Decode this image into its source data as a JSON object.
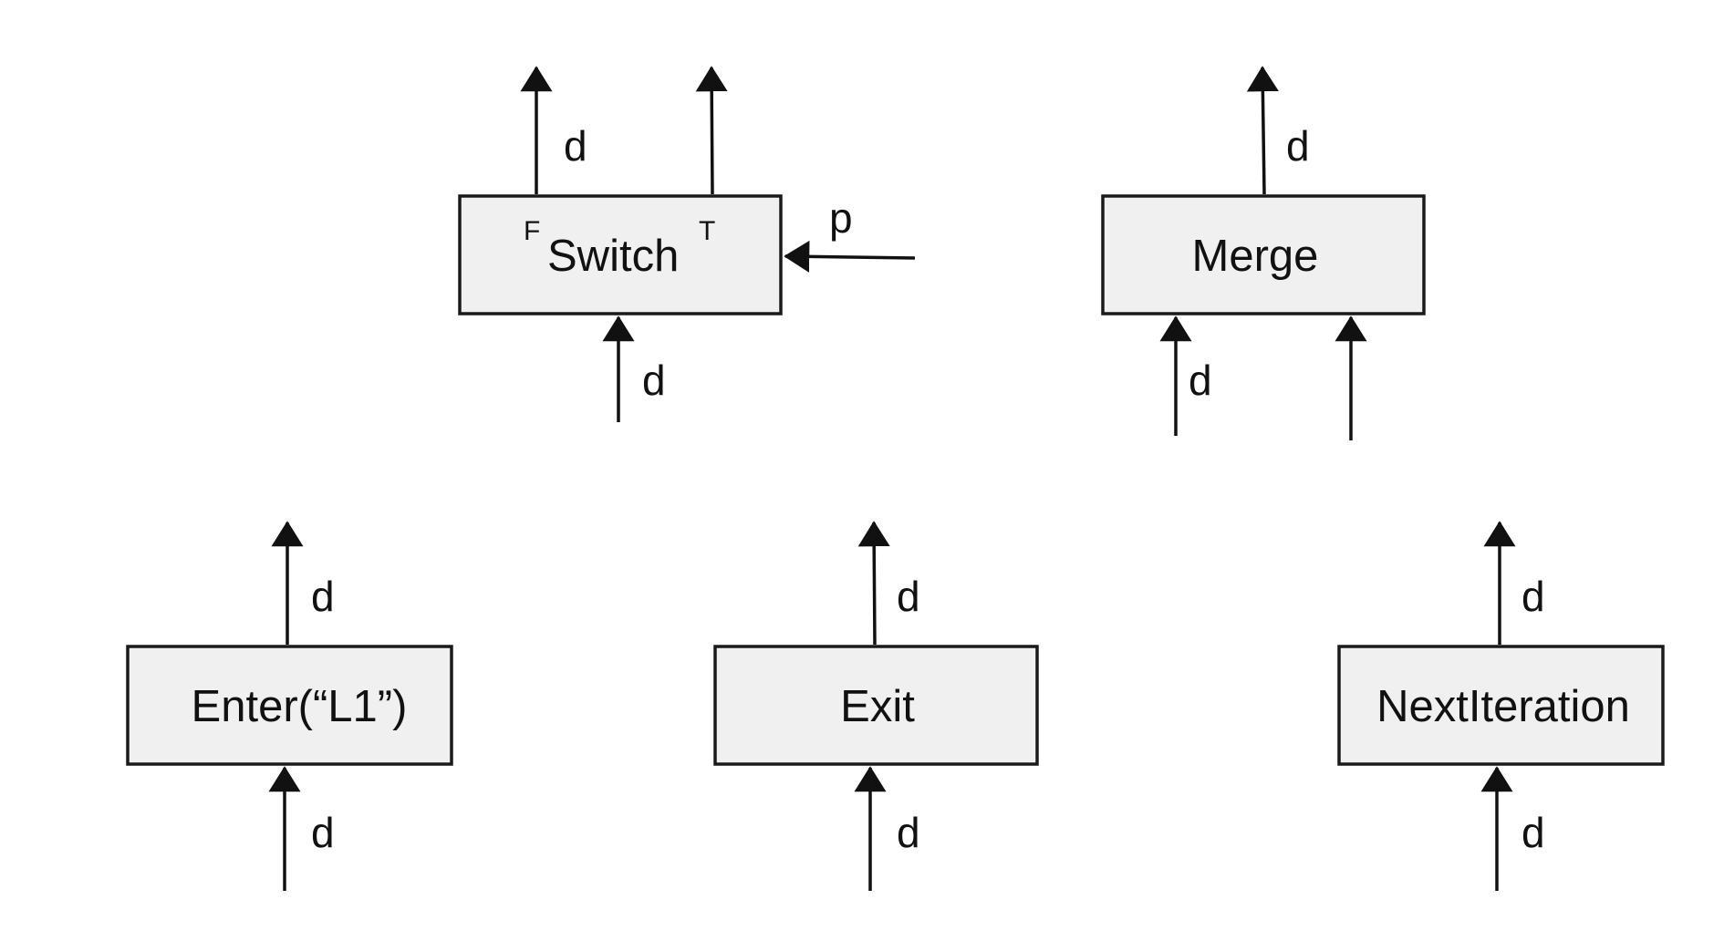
{
  "colors": {
    "box_fill": "#f0f0f0",
    "stroke": "#1a1a1a",
    "text": "#111111",
    "background": "#ffffff"
  },
  "nodes": {
    "switch": {
      "label": "Switch",
      "port_false": "F",
      "port_true": "T",
      "edges": {
        "out_false": "d",
        "in_data": "d",
        "in_pred": "p"
      }
    },
    "merge": {
      "label": "Merge",
      "edges": {
        "out": "d",
        "in_left": "d"
      }
    },
    "enter": {
      "label": "Enter(“L1”)",
      "edges": {
        "out": "d",
        "in": "d"
      }
    },
    "exit": {
      "label": "Exit",
      "edges": {
        "out": "d",
        "in": "d"
      }
    },
    "next_iteration": {
      "label": "NextIteration",
      "edges": {
        "out": "d",
        "in": "d"
      }
    }
  }
}
